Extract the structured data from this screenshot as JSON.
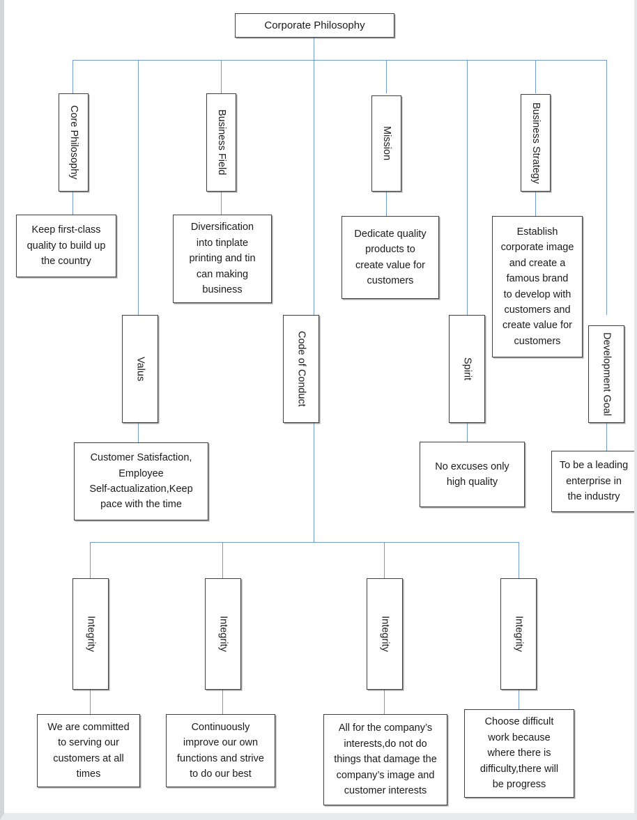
{
  "diagram": {
    "title": "Corporate Philosophy",
    "type": "organizational-hierarchy",
    "line_color": "#6f9ad3",
    "box_border_color": "#3f3f3f",
    "background": "#ffffff",
    "root": {
      "label": "Corporate Philosophy"
    },
    "branches": [
      {
        "key": "core-philosophy",
        "header": "Core Philosophy",
        "detail": "Keep first-class\nquality to build up\nthe country"
      },
      {
        "key": "valus",
        "header": "Valus",
        "detail": "Customer Satisfaction,\nEmployee\nSelf-actualization,Keep\npace with the time"
      },
      {
        "key": "business-field",
        "header": "Business Field",
        "detail": "Diversification\ninto tinplate\nprinting and tin\ncan making\nbusiness"
      },
      {
        "key": "code-of-conduct",
        "header": "Code of Conduct",
        "detail": null,
        "children": [
          {
            "key": "integrity-1",
            "header": "Integrity",
            "detail": "We are committed\nto serving our\ncustomers at all\ntimes"
          },
          {
            "key": "integrity-2",
            "header": "Integrity",
            "detail": "Continuously\nimprove our own\nfunctions and strive\nto do our best"
          },
          {
            "key": "integrity-3",
            "header": "Integrity",
            "detail": "All for the company’s\ninterests,do not do\nthings that damage the\ncompany’s image and\ncustomer interests"
          },
          {
            "key": "integrity-4",
            "header": "Integrity",
            "detail": "Choose difficult\nwork because\nwhere there is\ndifficulty,there will\nbe progress"
          }
        ]
      },
      {
        "key": "mission",
        "header": "Mission",
        "detail": "Dedicate quality\nproducts to\ncreate value for\ncustomers"
      },
      {
        "key": "spirit",
        "header": "Spirit",
        "detail": "No excuses only\nhigh quality"
      },
      {
        "key": "business-strategy",
        "header": "Business Strategy",
        "detail": "Establish\ncorporate image\nand create a\nfamous brand\nto develop with\ncustomers and\ncreate value for\ncustomers"
      },
      {
        "key": "development-goal",
        "header": "Development Goal",
        "detail": "To be a leading\nenterprise in\nthe industry"
      }
    ]
  }
}
